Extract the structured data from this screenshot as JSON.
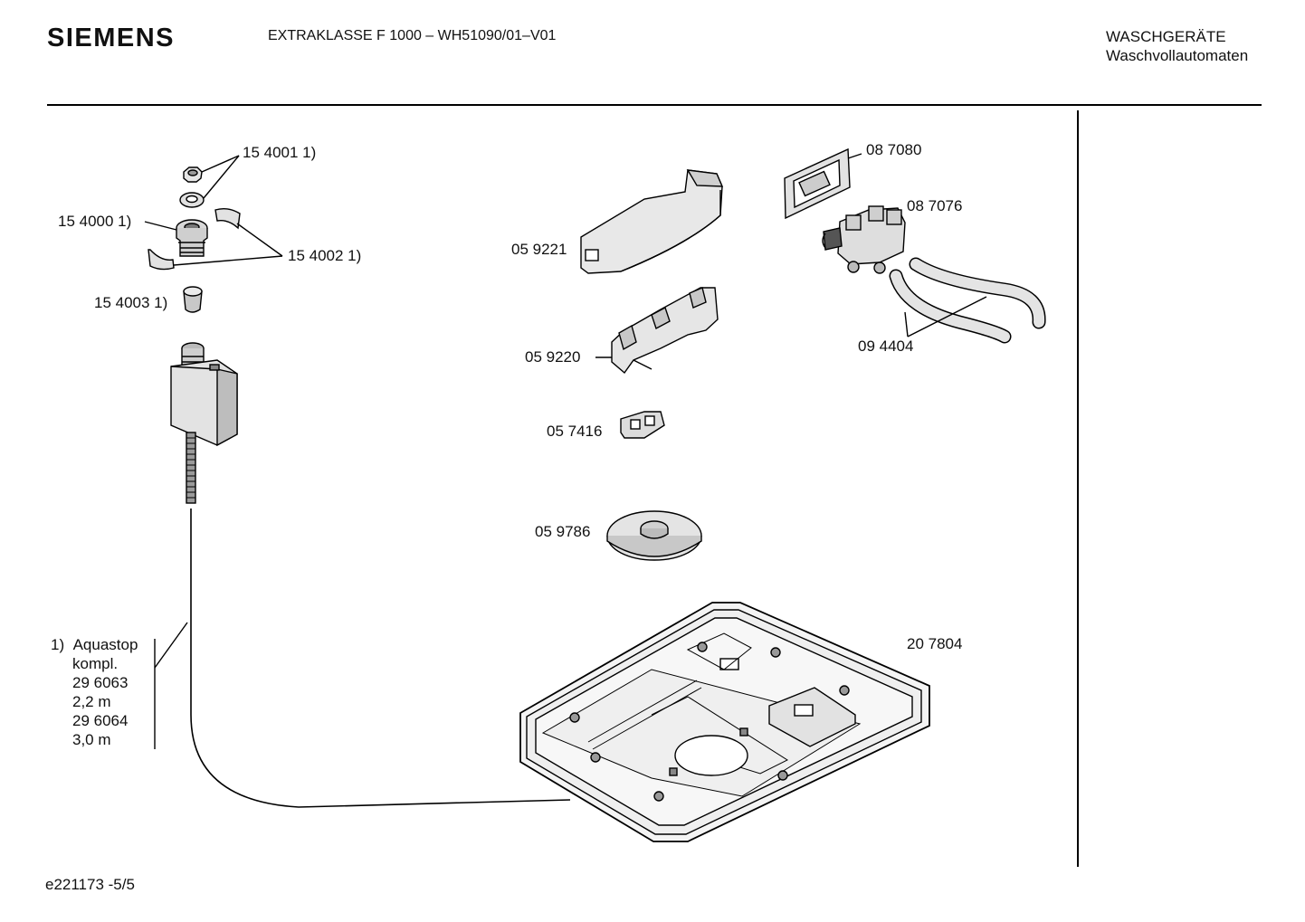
{
  "header": {
    "brand": "SIEMENS",
    "model": "EXTRAKLASSE F 1000 – WH51090/01–V01",
    "category": "WASCHGERÄTE",
    "subcategory": "Waschvollautomaten"
  },
  "parts": {
    "p154001": "15 4001 1)",
    "p154000": "15 4000 1)",
    "p154002": "15 4002 1)",
    "p154003": "15 4003 1)",
    "p059221": "05 9221",
    "p059220": "05 9220",
    "p057416": "05 7416",
    "p059786": "05 9786",
    "p087080": "08 7080",
    "p087076": "08 7076",
    "p094404": "09 4404",
    "p207804": "20 7804"
  },
  "note": {
    "marker": "1)",
    "title": "Aquastop",
    "line2": "kompl.",
    "line3": "29 6063",
    "line4": "2,2 m",
    "line5": "29 6064",
    "line6": "3,0 m"
  },
  "footer": {
    "code": "e221173 -5/5"
  }
}
